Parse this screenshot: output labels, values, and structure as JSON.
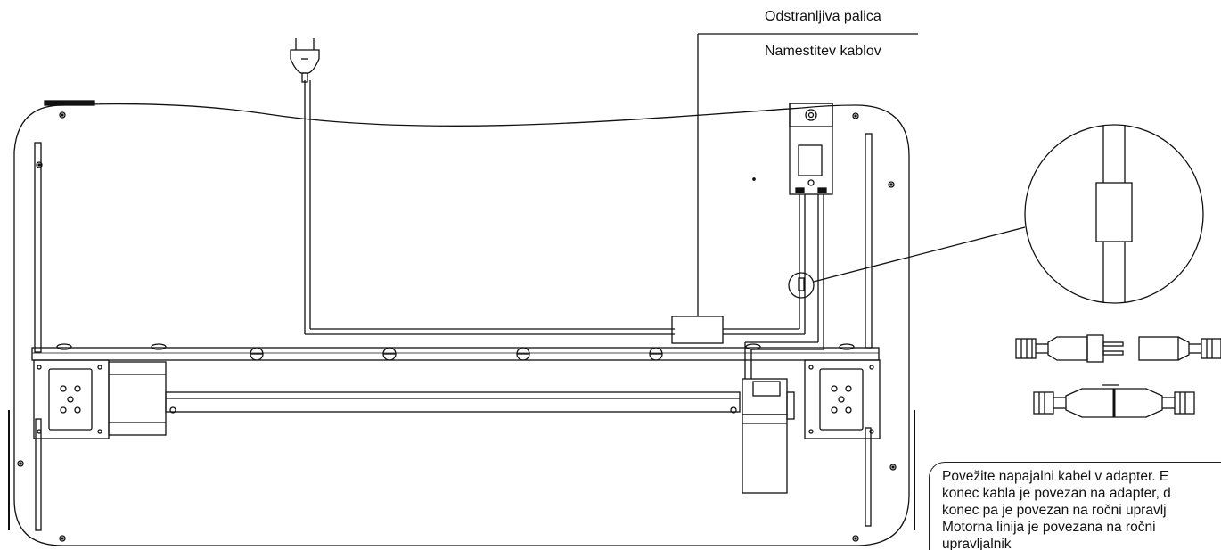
{
  "labels": {
    "removable_rod": "Odstranljiva palica",
    "cable_installation": "Namestitev kablov"
  },
  "note": {
    "lines": [
      "Povežite napajalni kabel v adapter. E",
      "konec kabla je povezan na adapter, d",
      "konec pa je povezan na ročni upravlj",
      "Motorna linija je povezana na ročni",
      "upravljalnik"
    ]
  }
}
